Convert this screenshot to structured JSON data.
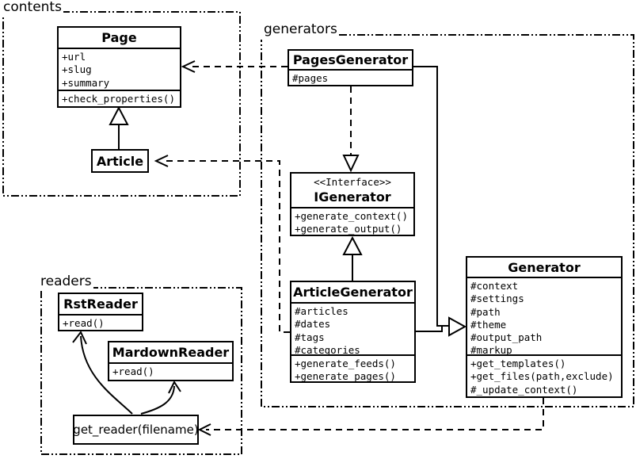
{
  "packages": {
    "contents": {
      "label": "contents"
    },
    "generators": {
      "label": "generators"
    },
    "readers": {
      "label": "readers"
    }
  },
  "classes": {
    "page": {
      "name": "Page",
      "attributes": [
        "+url",
        "+slug",
        "+summary"
      ],
      "methods": [
        "+check_properties()"
      ]
    },
    "article": {
      "name": "Article"
    },
    "pages_generator": {
      "name": "PagesGenerator",
      "attributes": [
        "#pages"
      ]
    },
    "igenerator": {
      "stereotype": "<<Interface>>",
      "name": "IGenerator",
      "methods": [
        "+generate_context()",
        "+generate_output()"
      ]
    },
    "article_generator": {
      "name": "ArticleGenerator",
      "attributes": [
        "#articles",
        "#dates",
        "#tags",
        "#categories"
      ],
      "methods": [
        "+generate_feeds()",
        "+generate_pages()"
      ]
    },
    "generator": {
      "name": "Generator",
      "attributes": [
        "#context",
        "#settings",
        "#path",
        "#theme",
        "#output_path",
        "#markup"
      ],
      "methods": [
        "+get_templates()",
        "+get_files(path,exclude)",
        "#_update_context()"
      ]
    },
    "rst_reader": {
      "name": "RstReader",
      "methods": [
        "+read()"
      ]
    },
    "mardown_reader": {
      "name": "MardownReader",
      "methods": [
        "+read()"
      ]
    },
    "get_reader": {
      "label": "get_reader(filename)"
    }
  },
  "relations": {
    "article_extends_page": "inheritance",
    "pagesgenerator_depends_page": "dependency",
    "articlegenerator_depends_article": "dependency",
    "pagesgenerator_realizes_igenerator": "realization",
    "articlegenerator_extends_igenerator": "inheritance",
    "generators_extend_generator": "inheritance",
    "generator_depends_getreader": "dependency",
    "getreader_to_rstreader": "flow",
    "getreader_to_mardownreader": "flow"
  },
  "colors": {
    "line": "#000000",
    "background": "#ffffff"
  }
}
